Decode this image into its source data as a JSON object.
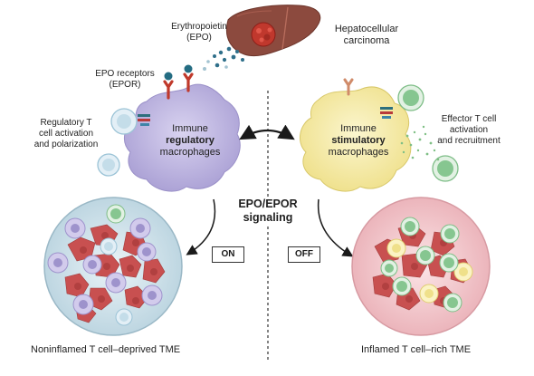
{
  "labels": {
    "epo": [
      "Erythropoietin",
      "(EPO)"
    ],
    "hcc": [
      "Hepatocellular",
      "carcinoma"
    ],
    "epor": [
      "EPO receptors",
      "(EPOR)"
    ],
    "treg": [
      "Regulatory T",
      "cell activation",
      "and polarization"
    ],
    "teff": [
      "Effector T cell",
      "activation",
      "and recruitment"
    ],
    "center": [
      "EPO/EPOR",
      "signaling"
    ]
  },
  "macrophages": {
    "left": {
      "line1": "Immune",
      "line2": "regulatory",
      "line3": "macrophages"
    },
    "right": {
      "line1": "Immune",
      "line2": "stimulatory",
      "line3": "macrophages"
    }
  },
  "states": {
    "on": "ON",
    "off": "OFF"
  },
  "captions": {
    "left": "Noninflamed T cell–deprived TME",
    "right": "Inflamed T cell–rich TME"
  },
  "colors": {
    "liver": "#8c4a3e",
    "tumor": "#b53a3a",
    "mac_left": "#c8c0e6",
    "mac_right": "#f7efb5",
    "tcell_reg": "#d7e8f2",
    "tcell_eff": "#86c690",
    "epo_dot": "#2f6f8a",
    "tme_left_bg": "#d8e8ef",
    "tme_right_bg": "#f6d2d6"
  }
}
